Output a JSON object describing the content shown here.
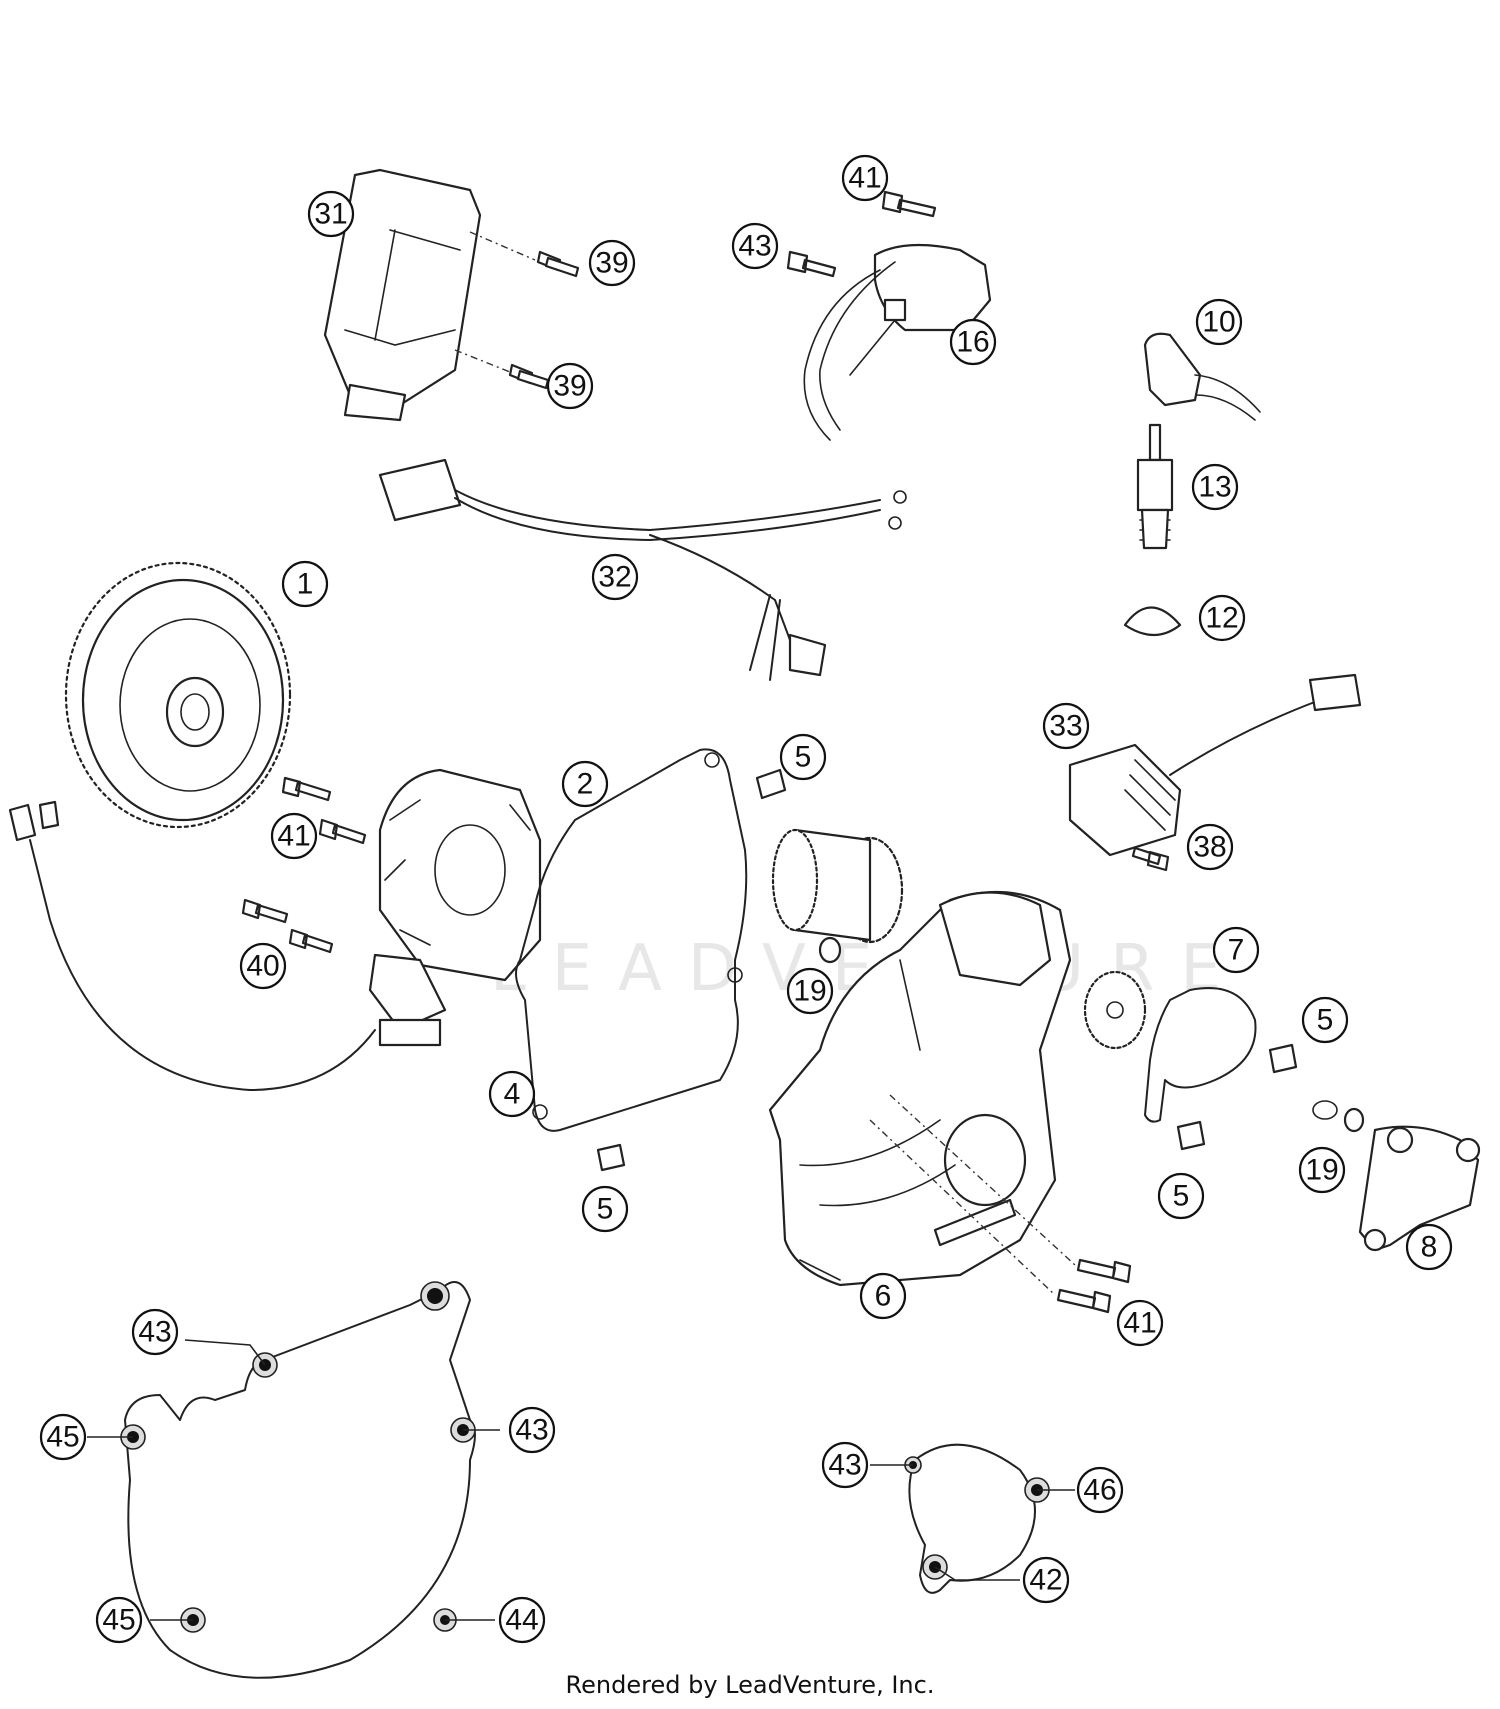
{
  "callouts": [
    {
      "label": "31"
    },
    {
      "label": "39"
    },
    {
      "label": "39"
    },
    {
      "label": "41"
    },
    {
      "label": "43"
    },
    {
      "label": "16"
    },
    {
      "label": "10"
    },
    {
      "label": "13"
    },
    {
      "label": "12"
    },
    {
      "label": "32"
    },
    {
      "label": "1"
    },
    {
      "label": "2"
    },
    {
      "label": "5"
    },
    {
      "label": "41"
    },
    {
      "label": "40"
    },
    {
      "label": "4"
    },
    {
      "label": "5"
    },
    {
      "label": "33"
    },
    {
      "label": "38"
    },
    {
      "label": "19"
    },
    {
      "label": "7"
    },
    {
      "label": "5"
    },
    {
      "label": "6"
    },
    {
      "label": "41"
    },
    {
      "label": "5"
    },
    {
      "label": "19"
    },
    {
      "label": "8"
    },
    {
      "label": "43"
    },
    {
      "label": "45"
    },
    {
      "label": "43"
    },
    {
      "label": "45"
    },
    {
      "label": "44"
    },
    {
      "label": "43"
    },
    {
      "label": "46"
    },
    {
      "label": "42"
    }
  ],
  "watermark": "LEADVENTURE",
  "credit": "Rendered by LeadVenture, Inc."
}
